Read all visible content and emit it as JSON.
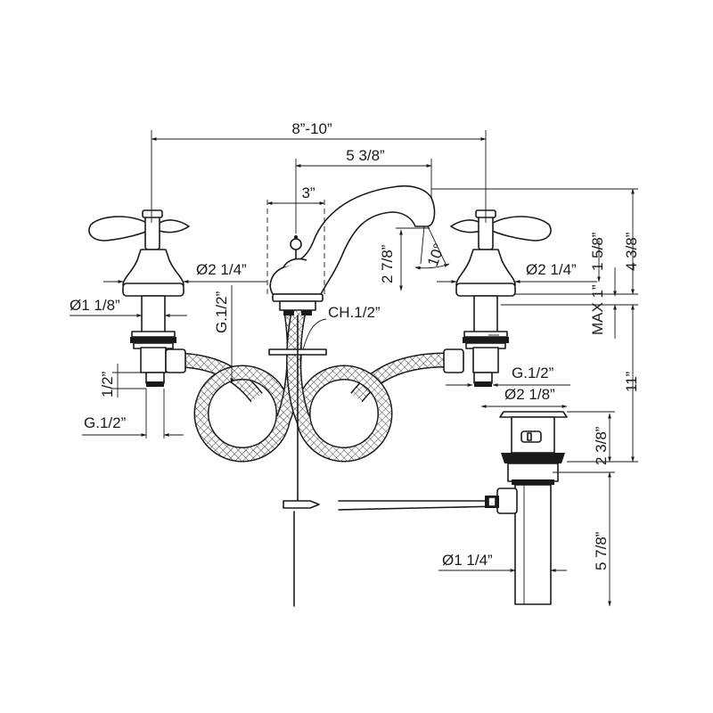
{
  "dimensions": {
    "overall_width": "8”-10”",
    "spout_reach": "5 3/8”",
    "spout_offset": "3”",
    "spout_height": "2 7/8”",
    "spout_angle": "10°",
    "base_dia_left": "Ø2 1/4”",
    "base_dia_right": "Ø2 1/4”",
    "shank_dia": "Ø1 1/8”",
    "inlet_thread_center": "G.1/2”",
    "lift_rod": "CH.1/2”",
    "inlet_thread_right": "G.1/2”",
    "half_inch": "1/2”",
    "inlet_thread_left": "G.1/2”",
    "drain_dia": "Ø2 1/8”",
    "drain_height": "2 3/8”",
    "tailpiece_dia": "Ø1 1/4”",
    "tailpiece_length": "5 7/8”",
    "handle_height": "4 3/8”",
    "base_height": "1 5/8”",
    "max_deck": "MAX 1”",
    "shank_length": "11”"
  }
}
